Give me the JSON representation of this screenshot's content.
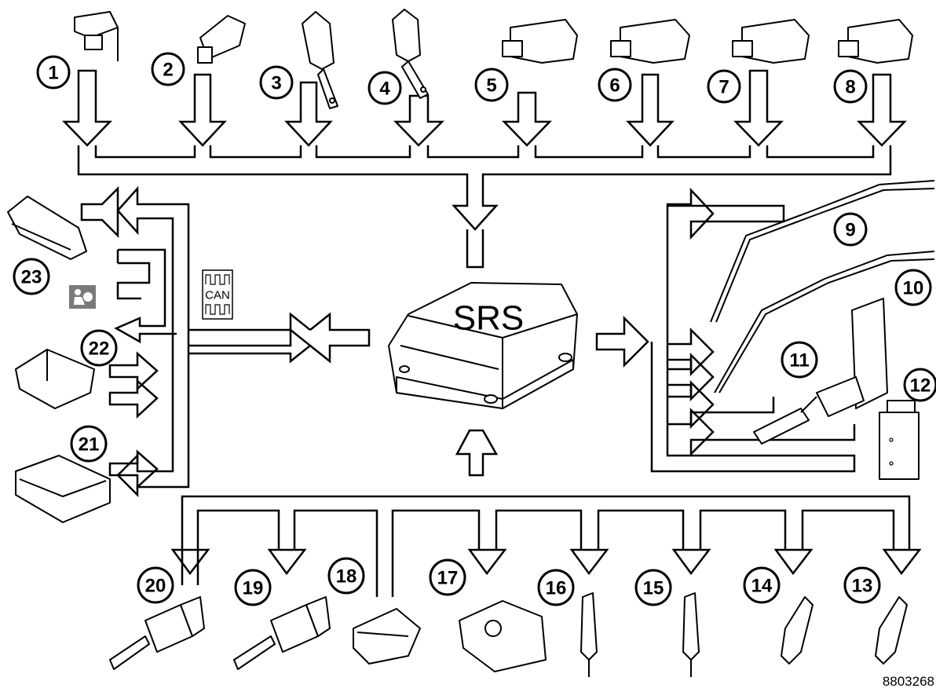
{
  "diagram": {
    "center_label": "SRS",
    "bus_label": "CAN",
    "reference_number": "8803268",
    "callouts": [
      "1",
      "2",
      "3",
      "4",
      "5",
      "6",
      "7",
      "8",
      "9",
      "10",
      "11",
      "12",
      "13",
      "14",
      "15",
      "16",
      "17",
      "18",
      "19",
      "20",
      "21",
      "22",
      "23"
    ]
  }
}
